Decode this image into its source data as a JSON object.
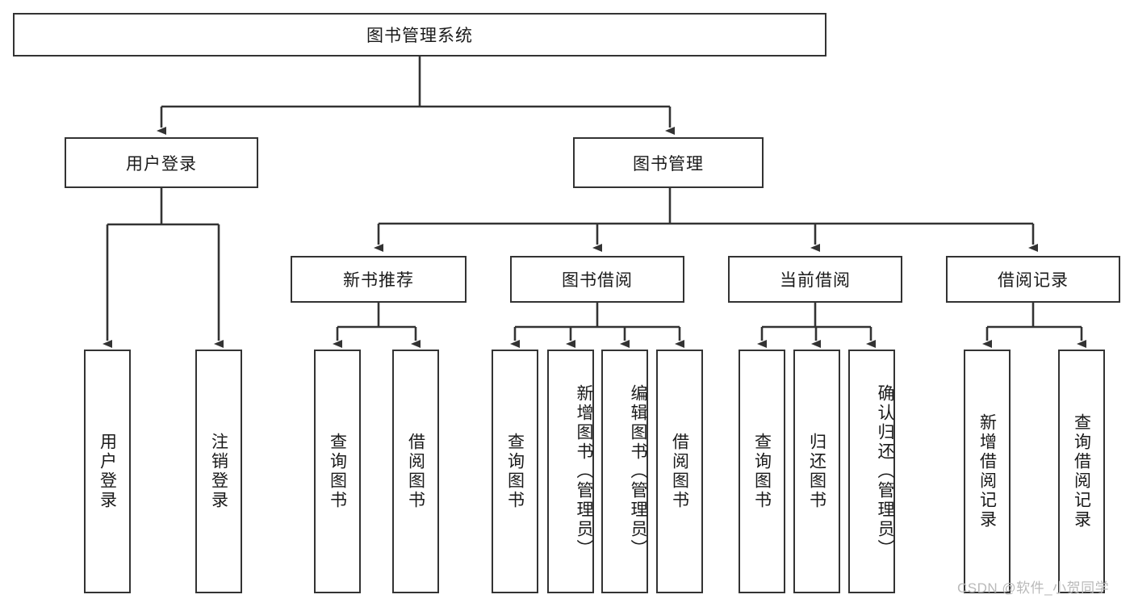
{
  "diagram": {
    "title": "图书管理系统",
    "type": "functional-decomposition-tree",
    "watermark": "CSDN @软件_小贺同学",
    "colors": {
      "stroke": "#333333",
      "fill": "#ffffff",
      "text": "#1a1a1a",
      "watermark": "#b9b9b9"
    },
    "levels": {
      "root": {
        "label": "图书管理系统"
      },
      "level2": [
        {
          "label": "用户登录"
        },
        {
          "label": "图书管理"
        }
      ],
      "level3": [
        {
          "label": "新书推荐"
        },
        {
          "label": "图书借阅"
        },
        {
          "label": "当前借阅"
        },
        {
          "label": "借阅记录"
        }
      ],
      "leaves": {
        "user_login": [
          {
            "label": "用户登录"
          },
          {
            "label": "注销登录"
          }
        ],
        "new_book_recommend": [
          {
            "label": "查询图书"
          },
          {
            "label": "借阅图书"
          }
        ],
        "book_borrow": [
          {
            "label": "查询图书"
          },
          {
            "label": "新增图书（管理员）"
          },
          {
            "label": "编辑图书（管理员）"
          },
          {
            "label": "借阅图书"
          }
        ],
        "current_borrow": [
          {
            "label": "查询图书"
          },
          {
            "label": "归还图书"
          },
          {
            "label": "确认归还（管理员）"
          }
        ],
        "borrow_record": [
          {
            "label": "新增借阅记录"
          },
          {
            "label": "查询借阅记录"
          }
        ]
      }
    }
  }
}
